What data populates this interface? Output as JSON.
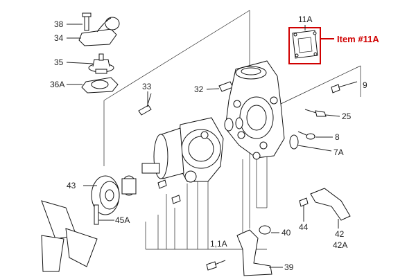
{
  "callout": {
    "text": "Item #11A",
    "color": "#d00000"
  },
  "labels": {
    "p38": "38",
    "p34": "34",
    "p35": "35",
    "p36A": "36A",
    "p33": "33",
    "p32": "32",
    "p11A": "11A",
    "p9": "9",
    "p25": "25",
    "p8": "8",
    "p7A": "7A",
    "p43": "43",
    "p45A": "45A",
    "p1_1A": "1,1A",
    "p40": "40",
    "p44": "44",
    "p42": "42",
    "p42A": "42A",
    "p39": "39"
  }
}
